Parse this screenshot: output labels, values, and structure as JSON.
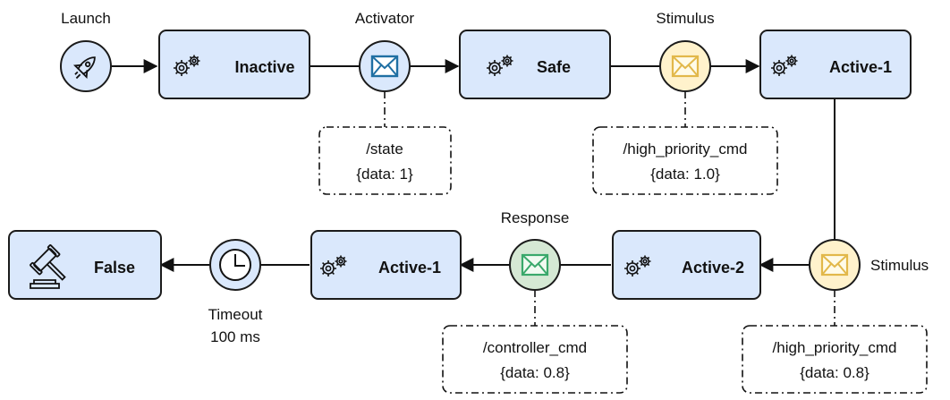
{
  "events": {
    "launch": {
      "label": "Launch",
      "icon": "rocket-icon"
    },
    "activator": {
      "label": "Activator",
      "icon": "envelope-icon",
      "color": "#1f6fa3",
      "fill": "#dae8fc"
    },
    "stimulus_1": {
      "label": "Stimulus",
      "icon": "envelope-icon",
      "color": "#e2b84a",
      "fill": "#fff2cc"
    },
    "stimulus_2": {
      "label": "Stimulus",
      "icon": "envelope-icon",
      "color": "#e2b84a",
      "fill": "#fff2cc"
    },
    "response": {
      "label": "Response",
      "icon": "envelope-icon",
      "color": "#3aa86b",
      "fill": "#d5e8d4"
    },
    "timeout": {
      "label_line1": "Timeout",
      "label_line2": "100 ms",
      "icon": "clock-icon"
    }
  },
  "states": {
    "inactive": "Inactive",
    "safe": "Safe",
    "active1_top": "Active-1",
    "active2": "Active-2",
    "active1_bottom": "Active-1",
    "false": "False"
  },
  "messages": {
    "state": {
      "topic": "/state",
      "payload": "{data: 1}"
    },
    "high_priority_1": {
      "topic": "/high_priority_cmd",
      "payload": "{data: 1.0}"
    },
    "high_priority_2": {
      "topic": "/high_priority_cmd",
      "payload": "{data: 0.8}"
    },
    "controller": {
      "topic": "/controller_cmd",
      "payload": "{data: 0.8}"
    }
  },
  "colors": {
    "state_fill": "#dae8fc",
    "stroke": "#1b1b1b"
  }
}
